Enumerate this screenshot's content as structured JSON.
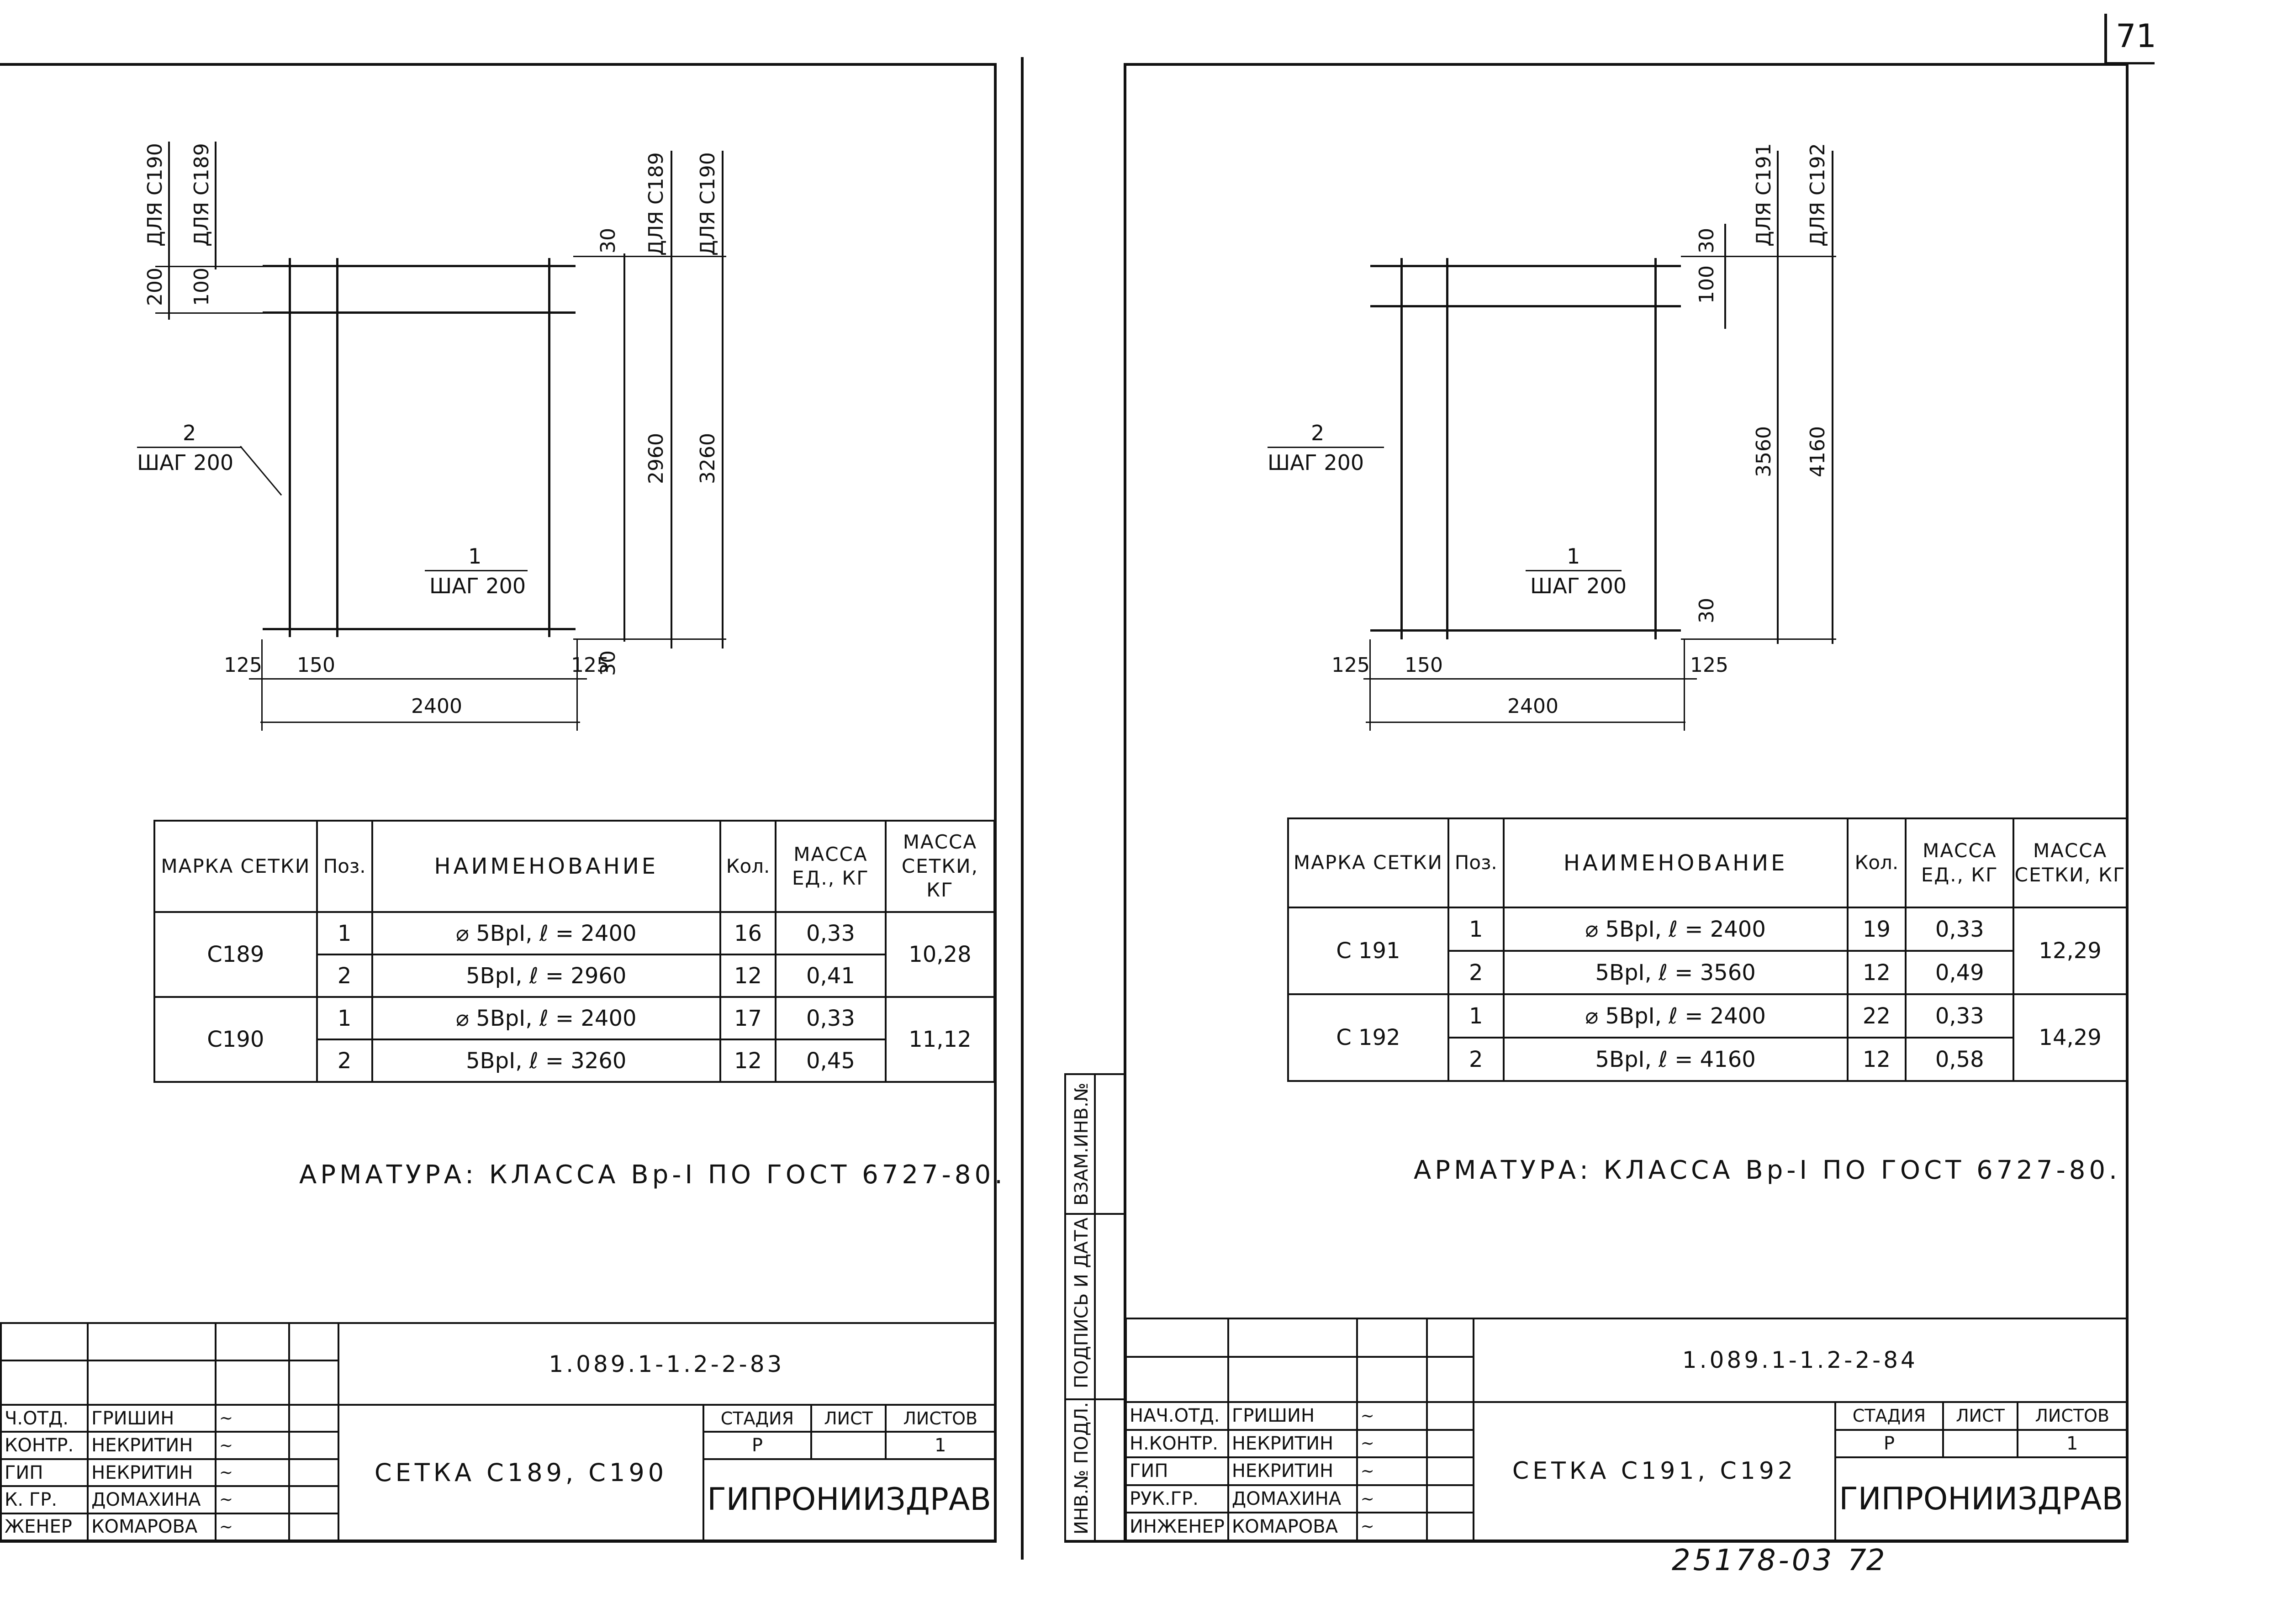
{
  "page_number": "71",
  "archive_number": "25178-03",
  "archive_page": "72",
  "left": {
    "dims": {
      "d_200": "200",
      "d_100": "100",
      "for_190_top": "ДЛЯ С190",
      "for_189_top": "ДЛЯ С189",
      "d_30_top": "30",
      "for_189_right": "ДЛЯ С189",
      "for_190_right": "ДЛЯ С190",
      "d_2960": "2960",
      "d_3260": "3260",
      "d_125_left": "125",
      "d_150": "150",
      "d_125_right": "125",
      "d_30_bottom": "30",
      "d_2400": "2400"
    },
    "pos2": {
      "num": "2",
      "step": "ШАГ 200"
    },
    "pos1": {
      "num": "1",
      "step": "ШАГ 200"
    },
    "table": {
      "headers": {
        "mark": "МАРКА СЕТКИ",
        "pos": "Поз.",
        "name": "НАИМЕНОВАНИЕ",
        "qty": "Кол.",
        "mass_unit": "МАССА ЕД., КГ",
        "mass_mesh": "МАССА СЕТКИ, КГ"
      },
      "rows": [
        {
          "mark": "С189",
          "pos": "1",
          "name": "⌀ 5ВрI,  ℓ = 2400",
          "qty": "16",
          "mass": "0,33",
          "total": "10,28"
        },
        {
          "pos": "2",
          "name": "5ВрI,  ℓ = 2960",
          "qty": "12",
          "mass": "0,41"
        },
        {
          "mark": "С190",
          "pos": "1",
          "name": "⌀ 5ВрI,  ℓ = 2400",
          "qty": "17",
          "mass": "0,33",
          "total": "11,12"
        },
        {
          "pos": "2",
          "name": "5ВрI,  ℓ = 3260",
          "qty": "12",
          "mass": "0,45"
        }
      ]
    },
    "note": "АРМАТУРА: КЛАССА Вр-I ПО ГОСТ 6727-80.",
    "stamp": {
      "code": "1.089.1-1.2-2-83",
      "title": "СЕТКА С189, С190",
      "stage_h": "СТАДИЯ",
      "sheet_h": "ЛИСТ",
      "sheets_h": "ЛИСТОВ",
      "stage": "Р",
      "sheets": "1",
      "org": "ГИПРОНИИЗДРАВ",
      "people": [
        {
          "role": "Ч.ОТД.",
          "name": "ГРИШИН"
        },
        {
          "role": "КОНТР.",
          "name": "НЕКРИТИН"
        },
        {
          "role": "ГИП",
          "name": "НЕКРИТИН"
        },
        {
          "role": "К. ГР.",
          "name": "ДОМАХИНА"
        },
        {
          "role": "ЖЕНЕР",
          "name": "КОМАРОВА"
        }
      ]
    }
  },
  "right": {
    "dims": {
      "d_30_top": "30",
      "d_100": "100",
      "for_191": "ДЛЯ С191",
      "for_192": "ДЛЯ С192",
      "d_3560": "3560",
      "d_4160": "4160",
      "d_30_bottom": "30",
      "d_125_left": "125",
      "d_150": "150",
      "d_125_right": "125",
      "d_2400": "2400"
    },
    "pos2": {
      "num": "2",
      "step": "ШАГ 200"
    },
    "pos1": {
      "num": "1",
      "step": "ШАГ 200"
    },
    "table": {
      "headers": {
        "mark": "МАРКА СЕТКИ",
        "pos": "Поз.",
        "name": "НАИМЕНОВАНИЕ",
        "qty": "Кол.",
        "mass_unit": "МАССА ЕД., КГ",
        "mass_mesh": "МАССА СЕТКИ, КГ"
      },
      "rows": [
        {
          "mark": "С 191",
          "pos": "1",
          "name": "⌀ 5ВрI,  ℓ = 2400",
          "qty": "19",
          "mass": "0,33",
          "total": "12,29"
        },
        {
          "pos": "2",
          "name": "5ВрI,  ℓ = 3560",
          "qty": "12",
          "mass": "0,49"
        },
        {
          "mark": "С 192",
          "pos": "1",
          "name": "⌀ 5ВрI,  ℓ = 2400",
          "qty": "22",
          "mass": "0,33",
          "total": "14,29"
        },
        {
          "pos": "2",
          "name": "5ВрI,  ℓ = 4160",
          "qty": "12",
          "mass": "0,58"
        }
      ]
    },
    "note": "АРМАТУРА: КЛАССА Вр-I ПО ГОСТ 6727-80.",
    "side": {
      "inv_podl": "ИНВ.№ ПОДЛ.",
      "podpis": "ПОДПИСЬ И ДАТА",
      "vzam": "ВЗАМ.ИНВ.№"
    },
    "stamp": {
      "code": "1.089.1-1.2-2-84",
      "title": "СЕТКА С191, С192",
      "stage_h": "СТАДИЯ",
      "sheet_h": "ЛИСТ",
      "sheets_h": "ЛИСТОВ",
      "stage": "Р",
      "sheets": "1",
      "org": "ГИПРОНИИЗДРАВ",
      "people": [
        {
          "role": "НАЧ.ОТД.",
          "name": "ГРИШИН"
        },
        {
          "role": "Н.КОНТР.",
          "name": "НЕКРИТИН"
        },
        {
          "role": "ГИП",
          "name": "НЕКРИТИН"
        },
        {
          "role": "РУК.ГР.",
          "name": "ДОМАХИНА"
        },
        {
          "role": "ИНЖЕНЕР",
          "name": "КОМАРОВА"
        }
      ]
    }
  }
}
